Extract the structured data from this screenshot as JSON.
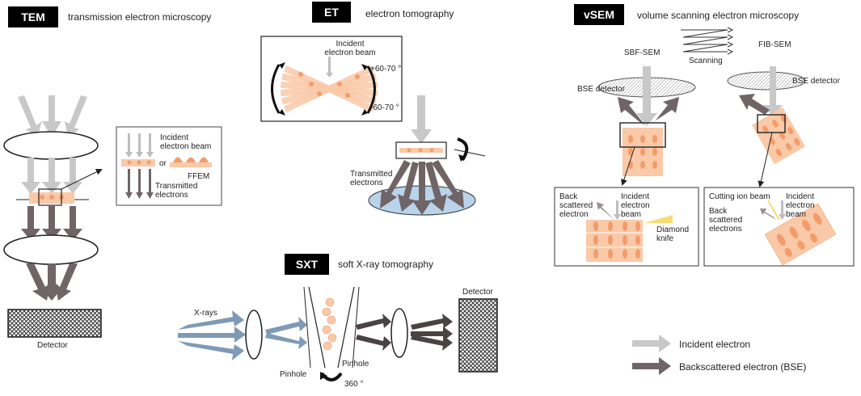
{
  "tem": {
    "tag": "TEM",
    "caption": "transmission electron microscopy",
    "inset_beam_label": "Incident electron beam",
    "inset_or": "or",
    "inset_ffem": "FFEM",
    "inset_transmitted": "Transmitted electrons",
    "detector": "Detector"
  },
  "et": {
    "tag": "ET",
    "caption": "electron tomography",
    "beam_label": "Incident electron beam",
    "tilt_pos": "+60-70 °",
    "tilt_neg": "-60-70 °",
    "transmitted": "Transmitted electrons"
  },
  "vsem": {
    "tag": "vSEM",
    "caption": "volume scanning electron microscopy",
    "sbf": "SBF-SEM",
    "fib": "FIB-SEM",
    "scanning": "Scanning",
    "bse_left": "BSE detector",
    "bse_right": "BSE detector",
    "left_inset": {
      "back": "Back scattered electron",
      "incident": "Incident electron beam",
      "knife": "Diamond knife"
    },
    "right_inset": {
      "cutting": "Cutting ion beam",
      "back": "Back scattered electrons",
      "incident": "Incident electron beam"
    }
  },
  "sxt": {
    "tag": "SXT",
    "caption": "soft X-ray tomography",
    "xrays": "X-rays",
    "pinhole_left": "Pinhole",
    "pinhole_right": "Pinhole",
    "rotation": "360 °",
    "detector": "Detector"
  },
  "legend": {
    "incident": "Incident electron",
    "backscattered": "Backscattered electron (BSE)"
  },
  "colors": {
    "light_arrow": "#c8c8c8",
    "dark_arrow": "#6f6466",
    "xray_arrow": "#7f9ab6",
    "sample": "#f9c9a8",
    "knife": "#f7dc6f",
    "dish": "#b9d3ea"
  }
}
